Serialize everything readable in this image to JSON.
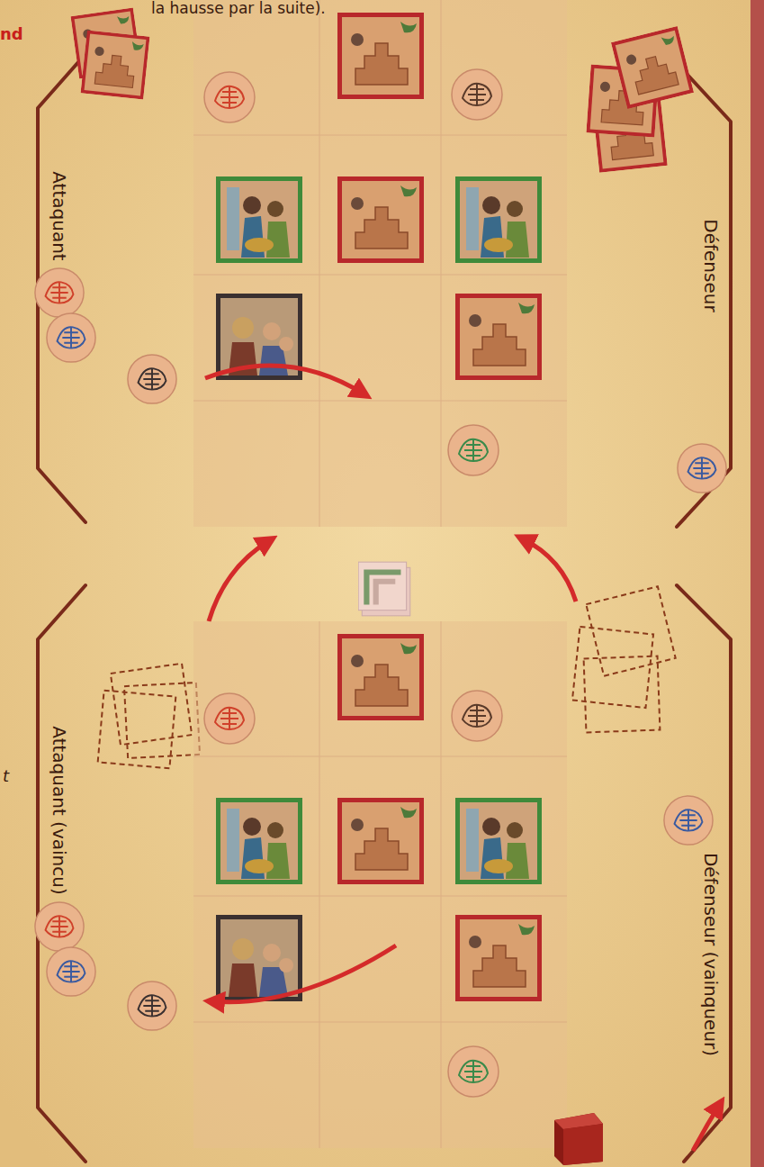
{
  "diagram": {
    "labels": [
      "la hausse par la suite).",
      "nd",
      "Attaquant",
      "Défenseur",
      "Attaquant (vaincu)",
      "Défenseur (vainqueur)",
      "t"
    ]
  }
}
